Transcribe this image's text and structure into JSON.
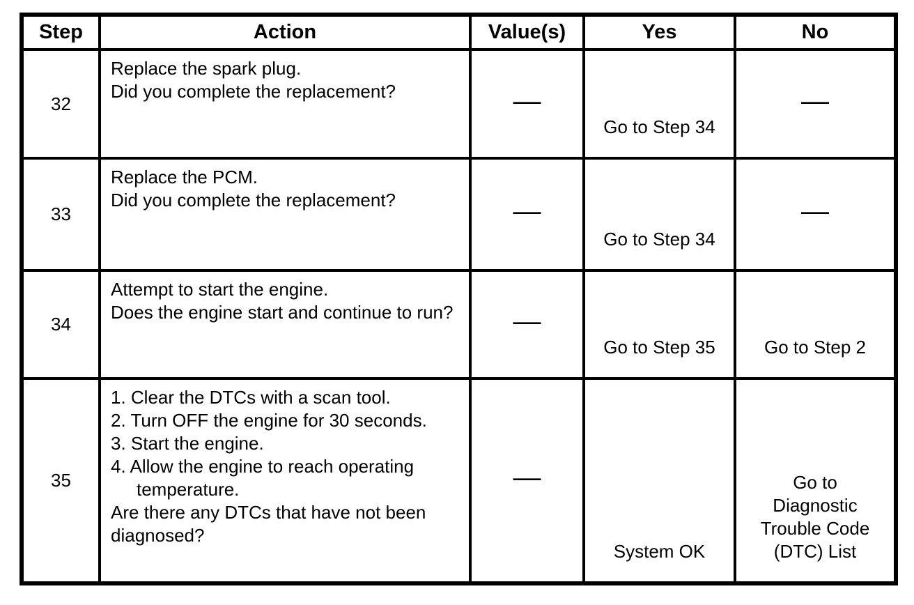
{
  "colors": {
    "border": "#000000",
    "background": "#ffffff",
    "text": "#000000"
  },
  "table": {
    "headers": [
      "Step",
      "Action",
      "Value(s)",
      "Yes",
      "No"
    ],
    "rows": [
      {
        "step": "32",
        "action": [
          "Replace the spark plug.",
          "Did you complete the replacement?"
        ],
        "values": "—",
        "yes": "Go to Step 34",
        "no": "—"
      },
      {
        "step": "33",
        "action": [
          "Replace the PCM.",
          "Did you complete the replacement?"
        ],
        "values": "—",
        "yes": "Go to Step 34",
        "no": "—"
      },
      {
        "step": "34",
        "action": [
          "Attempt to start the engine.",
          "Does the engine start and continue to run?"
        ],
        "values": "—",
        "yes": "Go to Step 35",
        "no": "Go to Step 2"
      },
      {
        "step": "35",
        "action_list": [
          "1. Clear the DTCs with a scan tool.",
          "2. Turn OFF the engine for 30 seconds.",
          "3. Start the engine.",
          "4. Allow the engine to reach operating temperature."
        ],
        "action_question": "Are there any DTCs that have not been diagnosed?",
        "values": "—",
        "yes": "System OK",
        "no": "Go to Diagnostic Trouble Code (DTC) List"
      }
    ]
  }
}
